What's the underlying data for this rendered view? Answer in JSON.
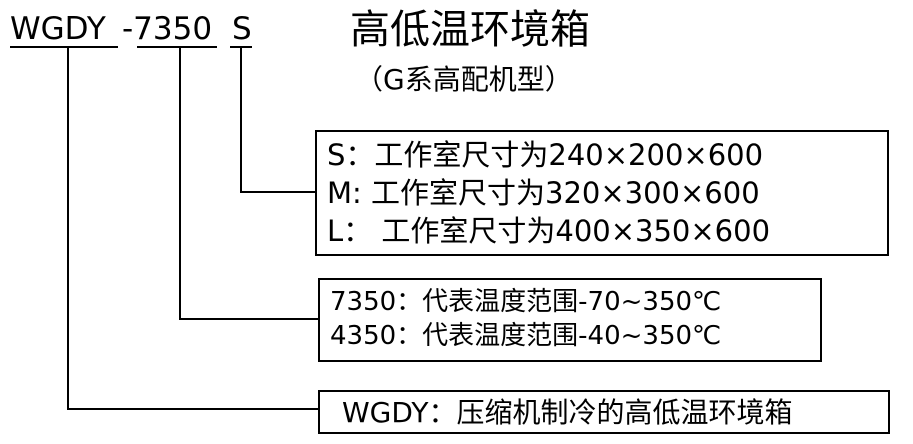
{
  "model_code": {
    "series": "WGDY",
    "range": "-7350",
    "size": "S"
  },
  "title": "高低温环境箱",
  "subtitle": "（G系高配机型）",
  "size_box": [
    "S：工作室尺寸为240×200×600",
    "M: 工作室尺寸为320×300×600",
    "L： 工作室尺寸为400×350×600"
  ],
  "range_box": [
    "7350：代表温度范围-70~350℃",
    "4350：代表温度范围-40~350℃"
  ],
  "series_box": "WGDY：压缩机制冷的高低温环境箱"
}
